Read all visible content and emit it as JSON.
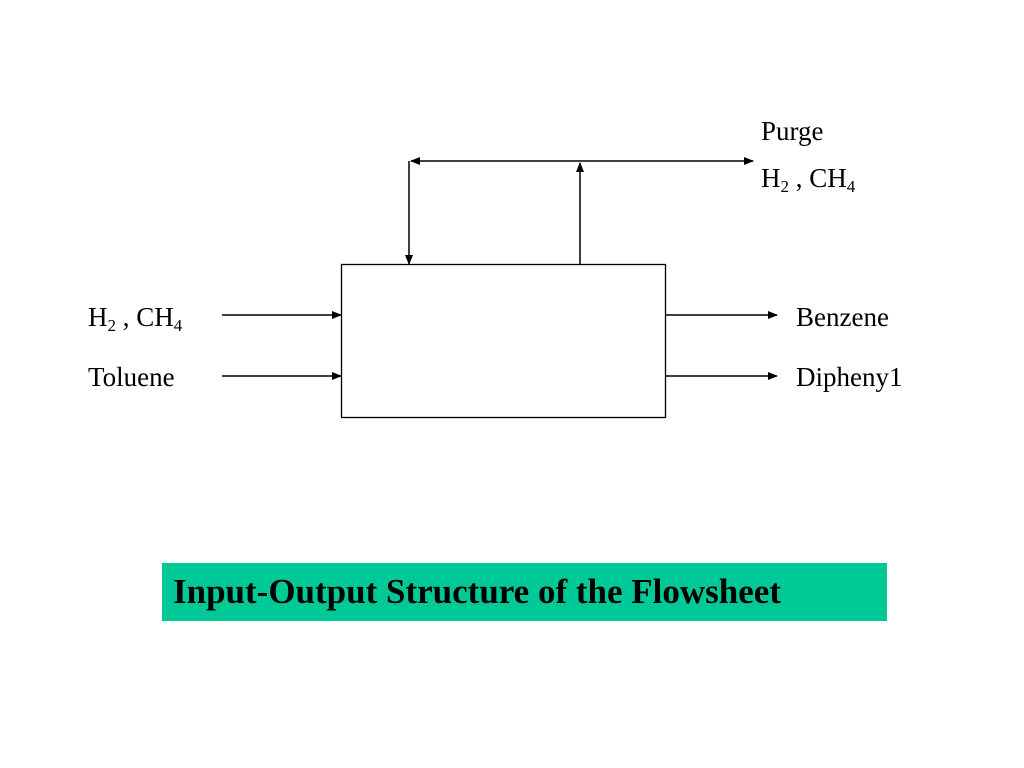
{
  "streams": {
    "purge": {
      "title": "Purge",
      "gas_a": "H",
      "gas_a_sub": "2",
      "separator": " , ",
      "gas_b": "CH",
      "gas_b_sub": "4"
    },
    "feed_gas": {
      "gas_a": "H",
      "gas_a_sub": "2",
      "separator": " , ",
      "gas_b": "CH",
      "gas_b_sub": "4"
    },
    "feed_liquid": "Toluene",
    "product": "Benzene",
    "byproduct": "Dipheny1"
  },
  "caption": {
    "text": "Input-Output Structure of the Flowsheet",
    "background_color": "#00c896"
  },
  "colors": {
    "line": "#000000",
    "text": "#000000"
  }
}
